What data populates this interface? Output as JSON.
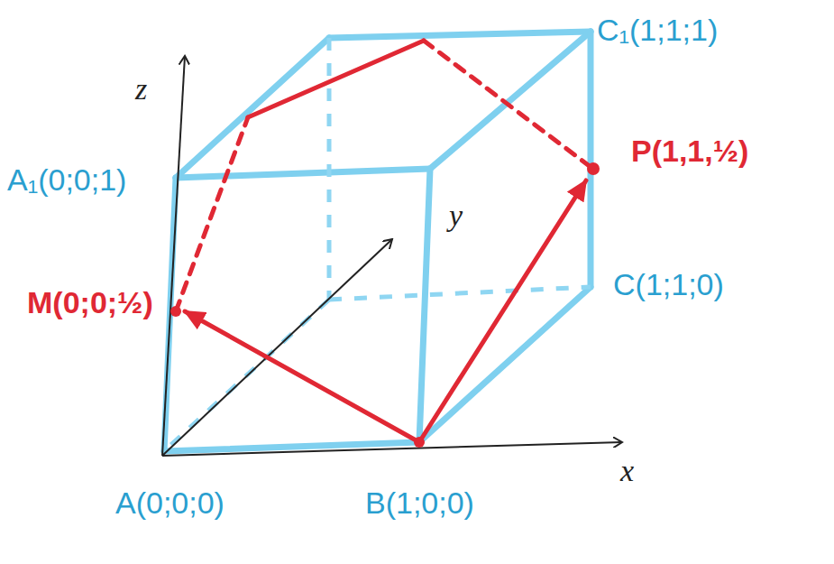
{
  "diagram": {
    "labels": [
      "C₁(1;1;1)",
      "P(1,1,½)",
      "C(1;1;0)",
      "A₁(0;0;1)",
      "M(0;0;½)",
      "A(0;0;0)",
      "B(1;0;0)",
      "z",
      "y",
      "x"
    ]
  }
}
